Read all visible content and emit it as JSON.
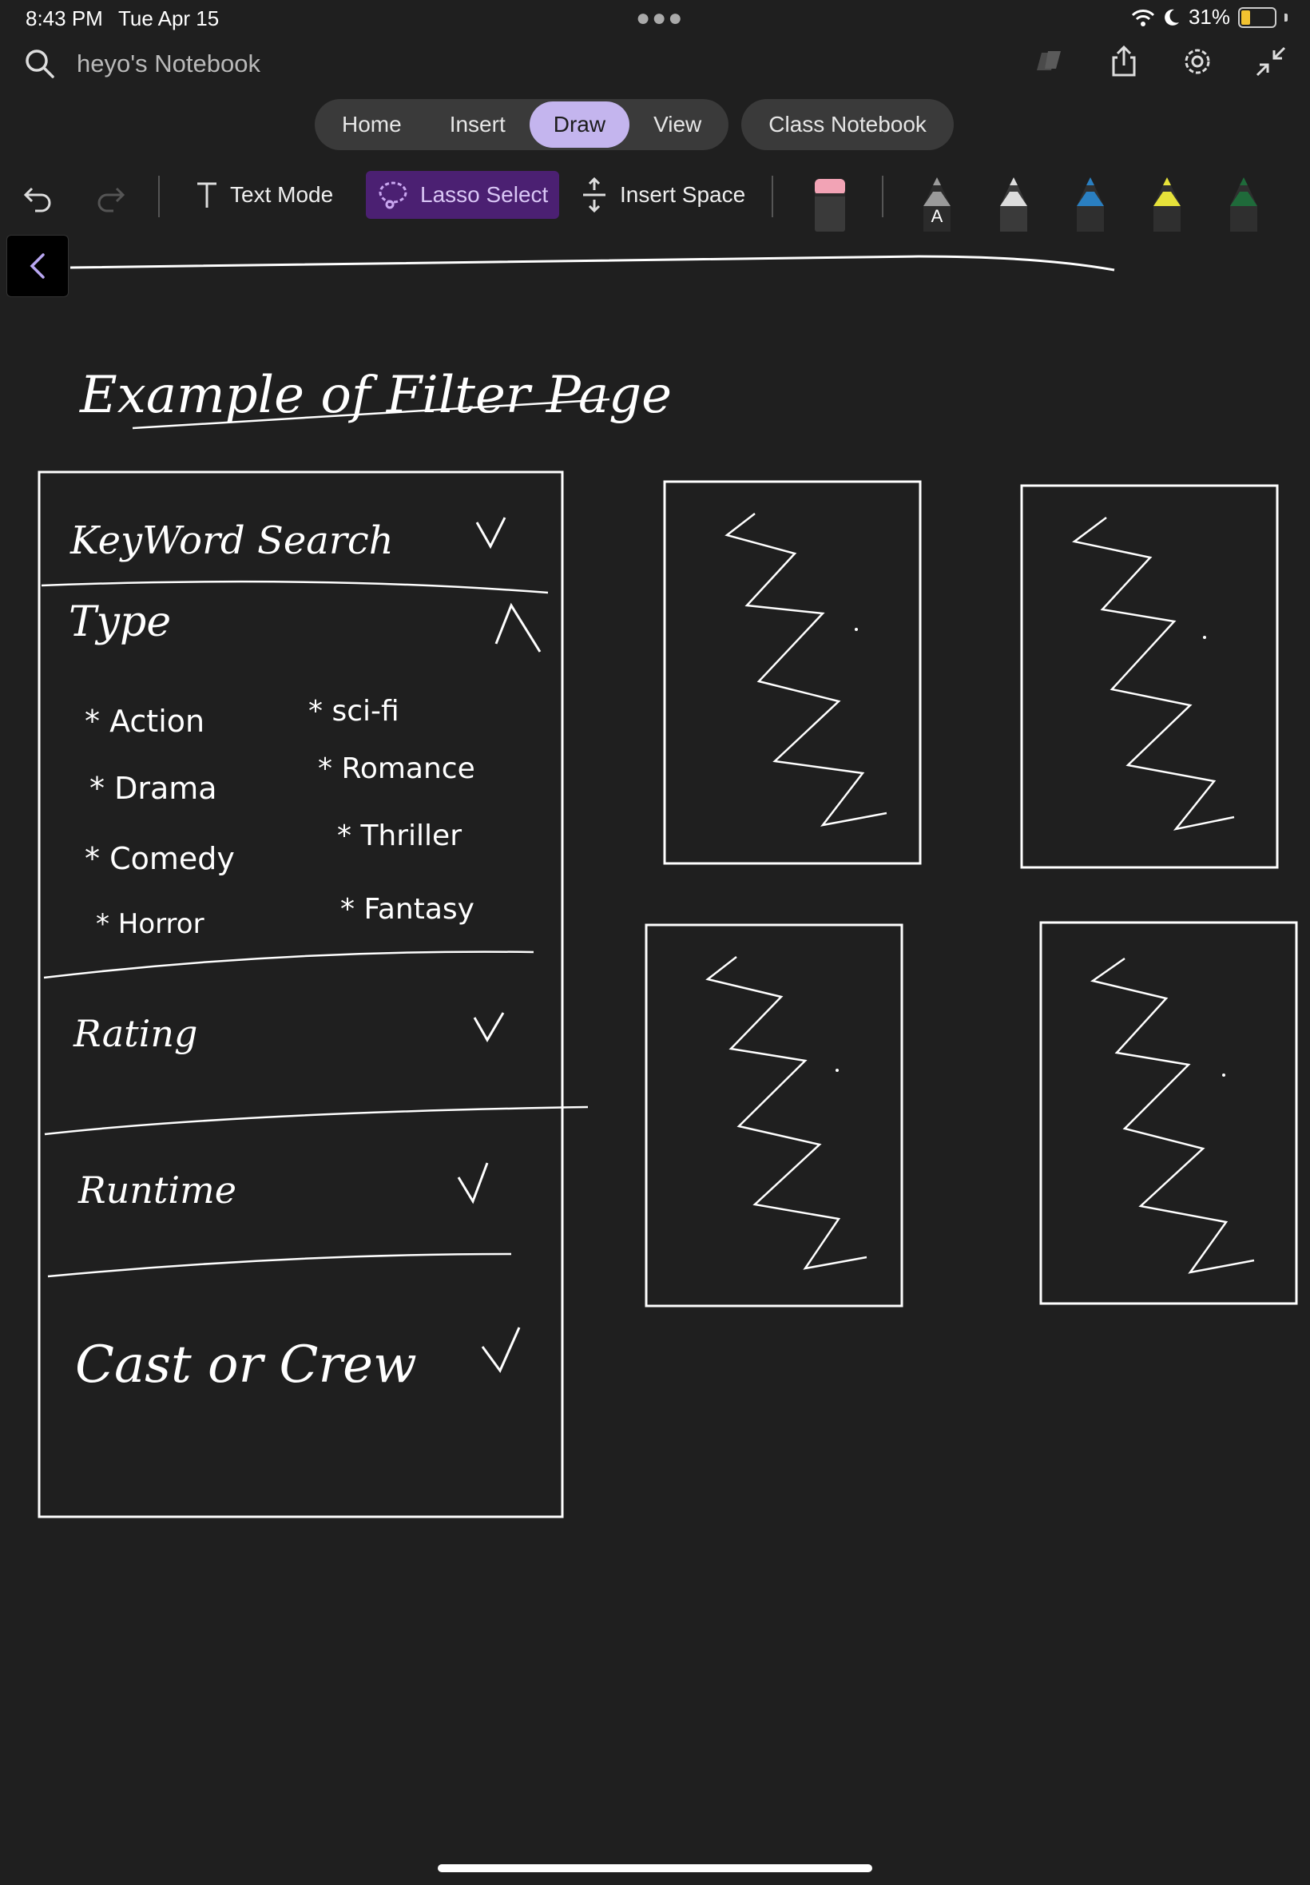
{
  "status": {
    "time": "8:43 PM",
    "date": "Tue Apr 15",
    "battery": "31%",
    "battery_level": 0.31
  },
  "header": {
    "notebook_title": "heyo's Notebook"
  },
  "tabs": {
    "group_main": [
      {
        "label": "Home"
      },
      {
        "label": "Insert"
      },
      {
        "label": "Draw",
        "active": true
      },
      {
        "label": "View"
      }
    ],
    "class_notebook": "Class Notebook"
  },
  "toolbar": {
    "text_mode": "Text Mode",
    "lasso_select": "Lasso Select",
    "insert_space": "Insert Space"
  },
  "pens": [
    {
      "name": "pen-black-a",
      "color": "#2b2b2b",
      "tip": "#9a9a9a",
      "label": "A"
    },
    {
      "name": "pen-gray",
      "color": "#3a3a3a",
      "tip": "#dcdcdc"
    },
    {
      "name": "pen-blue",
      "color": "#2f2f2f",
      "tip": "#2a7fc1"
    },
    {
      "name": "pen-yellow",
      "color": "#2f2f2f",
      "tip": "#e6e23a"
    },
    {
      "name": "pen-green",
      "color": "#2f2f2f",
      "tip": "#1f6a3a"
    }
  ],
  "colors": {
    "accent_tab": "#c4b5ee",
    "lasso_bg": "#4b2072",
    "eraser": "#f2a3b5",
    "background": "#1f1f1f"
  },
  "sketch": {
    "title": "Example of Filter Page",
    "filters": [
      {
        "label": "KeyWord Search",
        "state": "collapsed"
      },
      {
        "label": "Type",
        "state": "expanded"
      },
      {
        "label": "Rating",
        "state": "collapsed"
      },
      {
        "label": "Runtime",
        "state": "collapsed"
      },
      {
        "label": "Cast or Crew",
        "state": "collapsed"
      }
    ],
    "genres": [
      "* Action",
      "* Drama",
      "* Comedy",
      "* Horror",
      "* sci-fi",
      "* Romance",
      "* Thriller",
      "* Fantasy"
    ]
  }
}
